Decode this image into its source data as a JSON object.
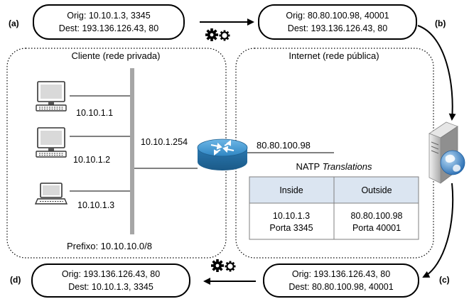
{
  "packets": {
    "a": {
      "tag": "(a)",
      "orig": "Orig: 10.10.1.3, 3345",
      "dest": "Dest: 193.136.126.43, 80"
    },
    "b": {
      "tag": "(b)",
      "orig": "Orig: 80.80.100.98, 40001",
      "dest": "Dest: 193.136.126.43, 80"
    },
    "c": {
      "tag": "(c)",
      "orig": "Orig: 193.136.126.43, 80",
      "dest": "Dest: 80.80.100.98, 40001"
    },
    "d": {
      "tag": "(d)",
      "orig": "Orig: 193.136.126.43, 80",
      "dest": "Dest: 10.10.1.3, 3345"
    }
  },
  "private_zone": {
    "title": "Cliente (rede privada)",
    "prefix": "Prefixo: 10.10.10.0/8"
  },
  "public_zone": {
    "title": "Internet (rede pública)"
  },
  "hosts": [
    {
      "ip": "10.10.1.1"
    },
    {
      "ip": "10.10.1.2"
    },
    {
      "ip": "10.10.1.3"
    }
  ],
  "router": {
    "inside_ip": "10.10.1.254",
    "outside_ip": "80.80.100.98"
  },
  "natp_table": {
    "title": "NATP",
    "title_italic": "Translations",
    "headers": [
      "Inside",
      "Outside"
    ],
    "rows": [
      {
        "inside_ip": "10.10.1.3",
        "inside_port": "Porta 3345",
        "outside_ip": "80.80.100.98",
        "outside_port": "Porta 40001"
      }
    ]
  },
  "colors": {
    "table_header": "#dbe5f1",
    "router": "#3a8fc9",
    "router_dark": "#1f5f8f"
  },
  "icons": [
    "desktop-computer-icon",
    "laptop-icon",
    "router-icon",
    "server-icon",
    "globe-icon",
    "gears-icon"
  ]
}
